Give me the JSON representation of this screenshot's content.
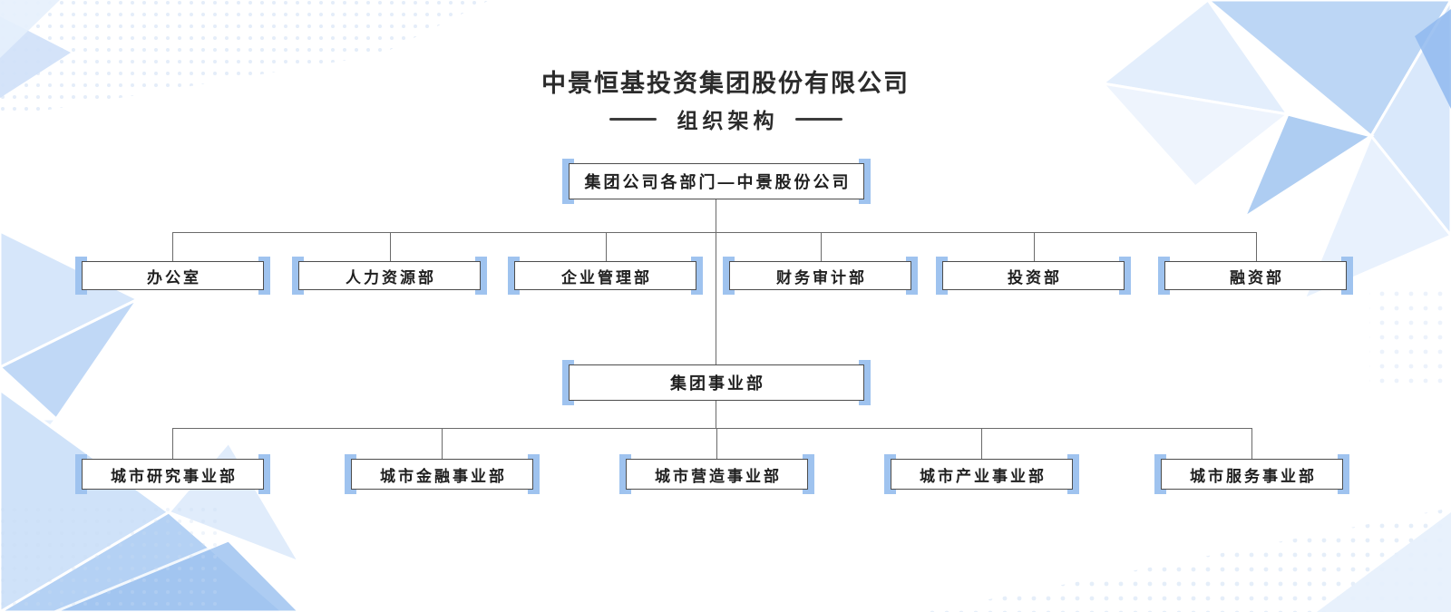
{
  "header": {
    "title": "中景恒基投资集团股份有限公司",
    "subtitle": "组织架构"
  },
  "org": {
    "root": {
      "label": "集团公司各部门—中景股份公司"
    },
    "departments": [
      {
        "label": "办公室"
      },
      {
        "label": "人力资源部"
      },
      {
        "label": "企业管理部"
      },
      {
        "label": "财务审计部"
      },
      {
        "label": "投资部"
      },
      {
        "label": "融资部"
      }
    ],
    "division": {
      "label": "集团事业部"
    },
    "sub_divisions": [
      {
        "label": "城市研究事业部"
      },
      {
        "label": "城市金融事业部"
      },
      {
        "label": "城市营造事业部"
      },
      {
        "label": "城市产业事业部"
      },
      {
        "label": "城市服务事业部"
      }
    ]
  },
  "colors": {
    "accent_bar": "#9FC3EF",
    "box_border": "#4D4D4D",
    "connector": "#6A6A6A",
    "text": "#1F1F1F",
    "background": "#FFFFFF",
    "decor_blue_light": "#DCE9FB",
    "decor_blue_mid": "#BBD5F6",
    "decor_blue_deep": "#9CC2F0"
  }
}
